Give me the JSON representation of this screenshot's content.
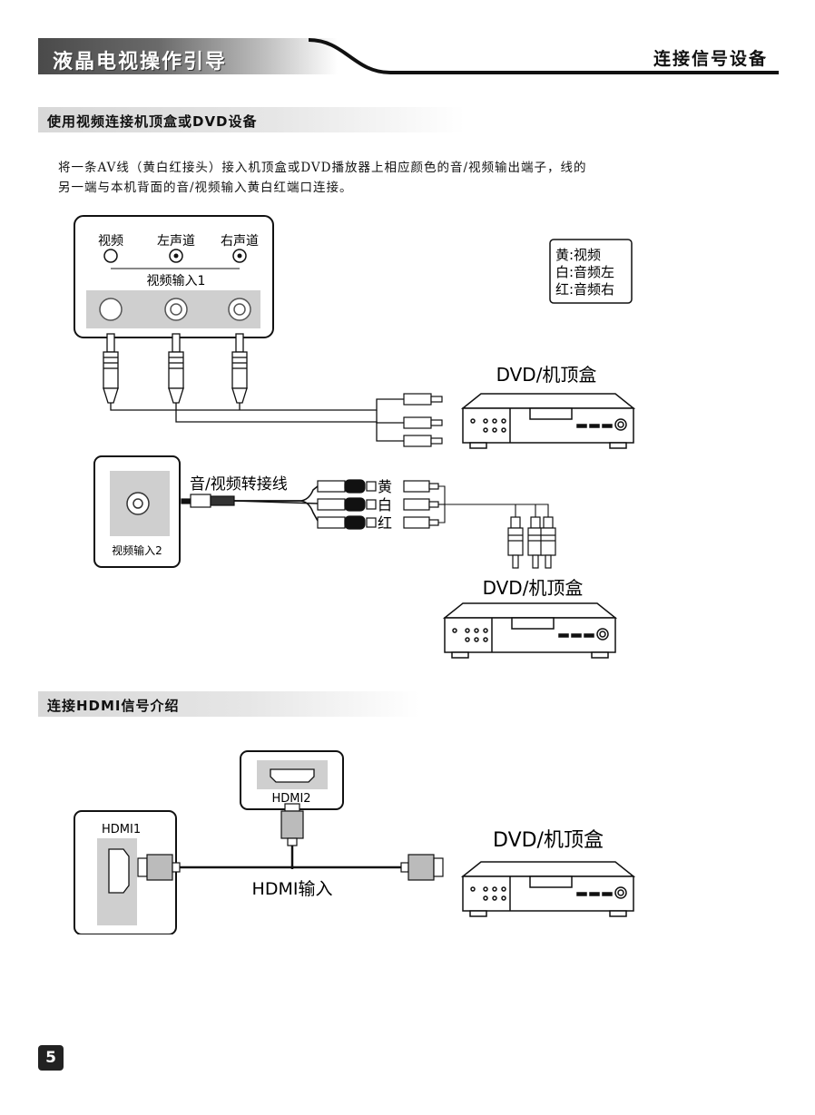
{
  "header": {
    "left_title": "液晶电视操作引导",
    "right_title": "连接信号设备"
  },
  "section1": {
    "title": "使用视频连接机顶盒或DVD设备",
    "paragraph_line1": "将一条AV线（黄白红接头）接入机顶盒或DVD播放器上相应颜色的音/视频输出端子，线的",
    "paragraph_line2": "另一端与本机背面的音/视频输入黄白红端口连接。"
  },
  "diagram1": {
    "label_video": "视频",
    "label_left": "左声道",
    "label_right": "右声道",
    "panel_label": "视频输入1",
    "legend_line1": "黄:视频",
    "legend_line2": "白:音频左",
    "legend_line3": "红:音频右",
    "device_label": "DVD/机顶盒"
  },
  "diagram2": {
    "panel_label": "视频输入2",
    "adapter_label": "音/视频转接线",
    "yellow": "黄",
    "white": "白",
    "red": "红",
    "device_label": "DVD/机顶盒"
  },
  "section2": {
    "title": "连接HDMI信号介绍"
  },
  "diagram3": {
    "hdmi1_label": "HDMI1",
    "hdmi2_label": "HDMI2",
    "cable_label": "HDMI输入",
    "device_label": "DVD/机顶盒"
  },
  "page_number": "5"
}
